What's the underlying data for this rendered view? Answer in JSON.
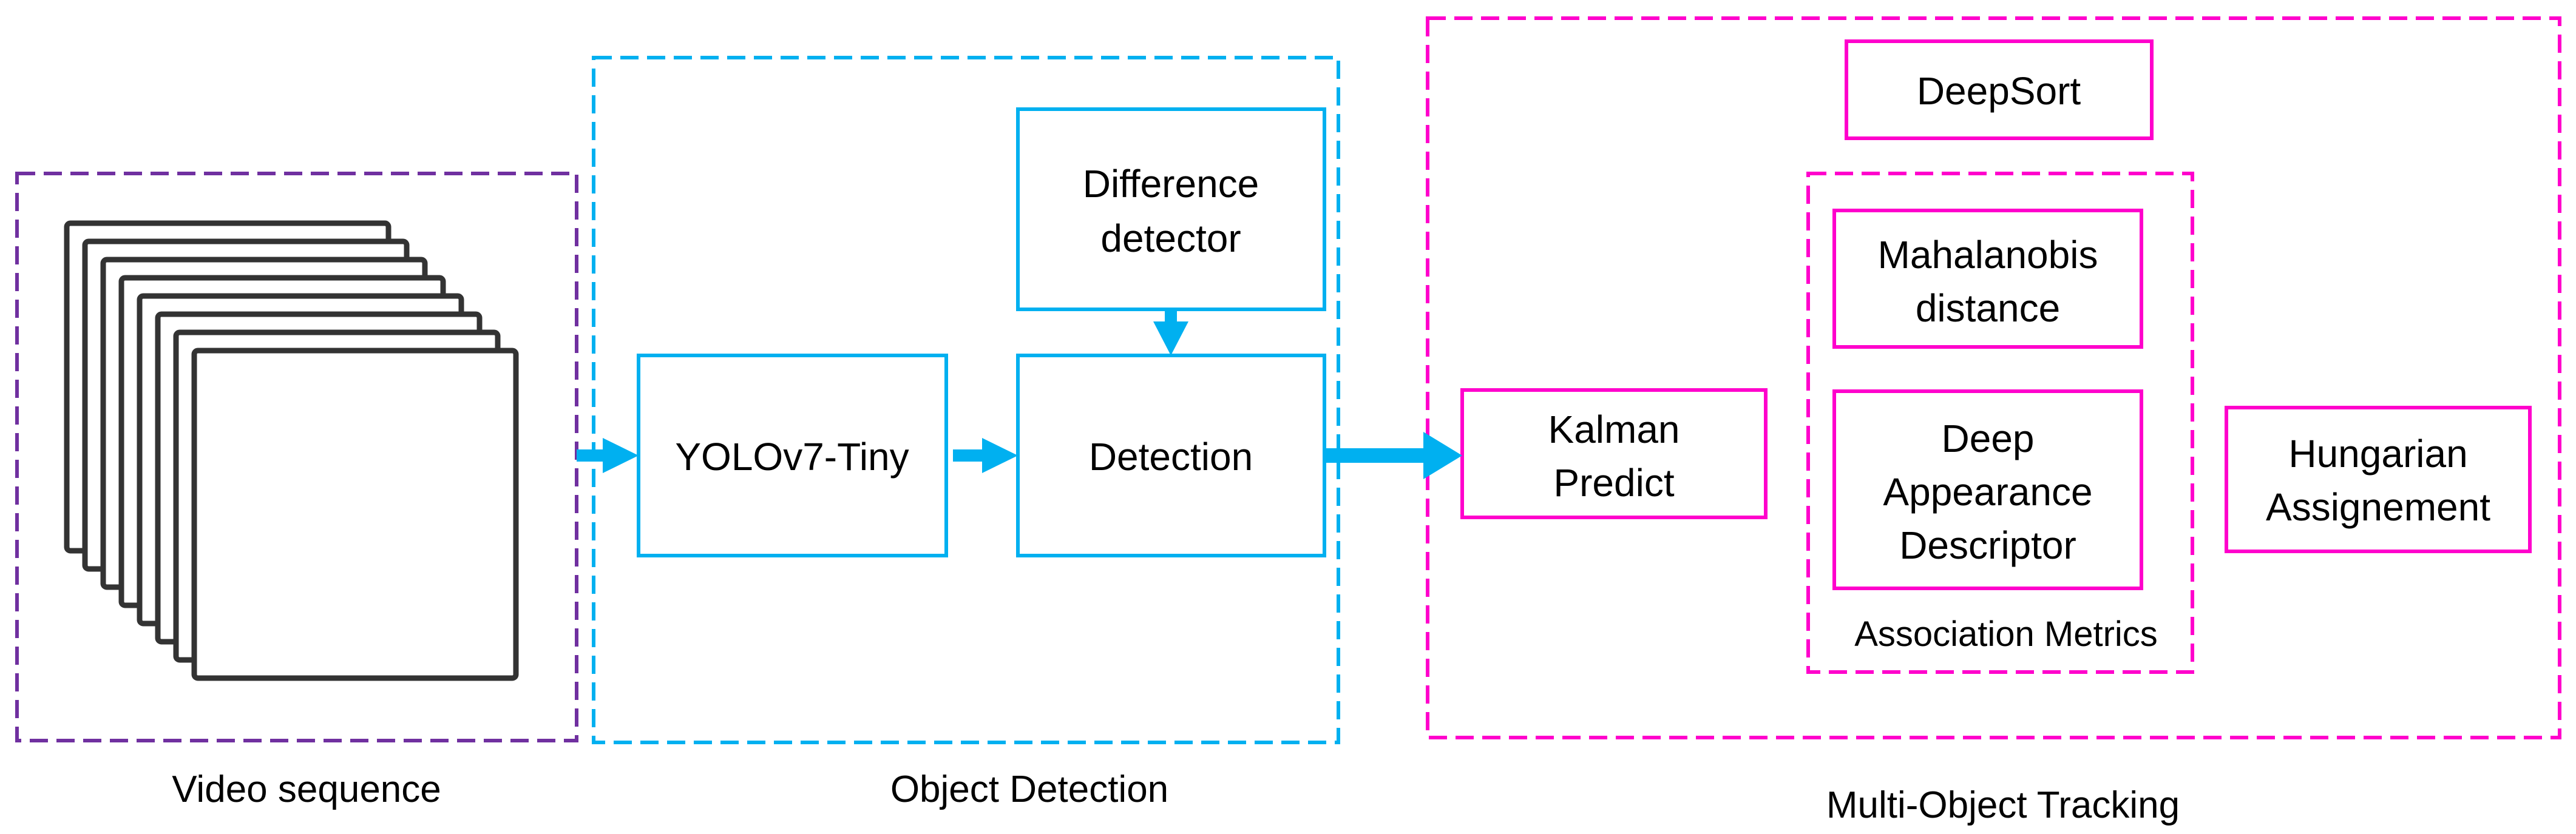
{
  "colors": {
    "video_frame": "#7030A0",
    "detection": "#00B0F0",
    "tracking": "#FF00CC",
    "frames_stroke": "#333333",
    "arrow": "#00B0F0",
    "text": "#000000"
  },
  "stages": {
    "video": {
      "label": "Video sequence",
      "frames": 8
    },
    "detection": {
      "label": "Object Detection"
    },
    "tracking": {
      "label": "Multi-Object Tracking"
    }
  },
  "boxes": {
    "difference_detector": {
      "line1": "Difference",
      "line2": "detector"
    },
    "yolo": {
      "label": "YOLOv7-Tiny"
    },
    "detection": {
      "label": "Detection"
    },
    "deepsort": {
      "label": "DeepSort"
    },
    "kalman": {
      "line1": "Kalman",
      "line2": "Predict"
    },
    "mahalanobis": {
      "line1": "Mahalanobis",
      "line2": "distance"
    },
    "deep_appearance": {
      "line1": "Deep",
      "line2": "Appearance",
      "line3": "Descriptor"
    },
    "association": {
      "label": "Association Metrics"
    },
    "hungarian": {
      "line1": "Hungarian",
      "line2": "Assignement"
    }
  }
}
